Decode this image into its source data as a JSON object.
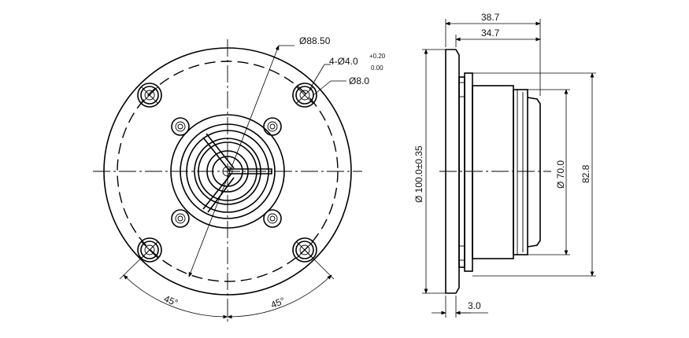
{
  "front_view": {
    "pitch_diameter": "Ø88.50",
    "hole_spec": "4-Ø4.0",
    "hole_tol_upper": "+0.20",
    "hole_tol_lower": "0.00",
    "counterbore": "Ø8.0",
    "angle_left": "45°",
    "angle_right": "45°"
  },
  "side_view": {
    "overall_depth": "38.7",
    "mounting_depth": "34.7",
    "flange_diameter": "Ø 100.0±0.35",
    "body_diameter": "Ø 70.0",
    "front_plate_size": "82.8",
    "flange_thickness": "3.0"
  }
}
